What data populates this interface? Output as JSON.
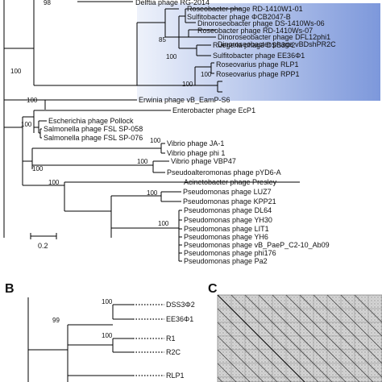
{
  "panelA": {
    "cut_top_label": "Delftia phage RG-2014",
    "cut_bootstrap": "98",
    "leaves": [
      "Roseobacter phage RD-1410W1-01",
      "Sulfitobacter phage ΦCB2047-B",
      "Dinoroseobacter phage DS-1410Ws-06",
      "Roseobacter phage RD-1410Ws-07",
      "Dinoroseobacter phage DFL12phi1",
      "Dinoroseobacter phage vBDshPR2C",
      "Ruegeria phage DSS3Φ2",
      "Sulfitobacter phage EE36Φ1",
      "Roseovarius phage RLP1",
      "Roseovarius phage RPP1",
      "Erwinia phage vB_EamP-S6",
      "Enterobacter phage EcP1",
      "Escherichia phage Pollock",
      "Salmonella phage FSL SP-058",
      "Salmonella phage FSL SP-076",
      "Vibrio phage JA-1",
      "Vibrio phage phi 1",
      "Vibrio phage VBP47",
      "Pseudoalteromonas phage pYD6-A",
      "Acinetobacter phage Presley",
      "Pseudomonas phage LUZ7",
      "Pseudomonas phage KPP21",
      "Pseudomonas phage DL64",
      "Pseudomonas phage YH30",
      "Pseudomonas phage LIT1",
      "Pseudomonas phage YH6",
      "Pseudomonas phage vB_PaeP_C2-10_Ab09",
      "Pseudomonas phage phi176",
      "Pseudomonas phage Pa2"
    ],
    "bootstraps": [
      "100",
      "85",
      "100",
      "100",
      "100",
      "100",
      "100",
      "100",
      "100",
      "100",
      "100",
      "100",
      "100"
    ],
    "scale_label": "0.2",
    "highlight_color": "#6f8fd6"
  },
  "panelB": {
    "label": "B",
    "leaves": [
      "DSS3Φ2",
      "EE36Φ1",
      "R1",
      "R2C",
      "RLP1"
    ],
    "bootstraps": [
      "100",
      "99",
      "100"
    ]
  },
  "panelC": {
    "label": "C"
  }
}
